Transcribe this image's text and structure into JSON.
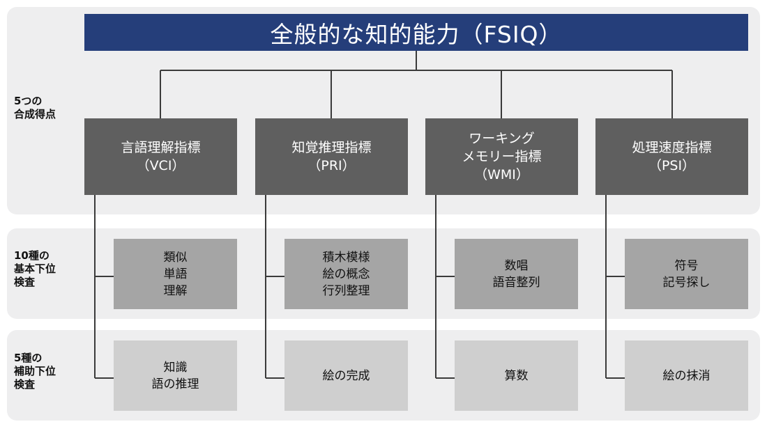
{
  "title": "全般的な知的能力（FSIQ）",
  "row_labels": {
    "composite": [
      "5つの",
      "合成得点"
    ],
    "core_subtests": [
      "10種の",
      "基本下位",
      "検査"
    ],
    "supplemental_subtests": [
      "5種の",
      "補助下位",
      "検査"
    ]
  },
  "indices": [
    {
      "lines": [
        "言語理解指標",
        "（VCI）"
      ]
    },
    {
      "lines": [
        "知覚推理指標",
        "（PRI）"
      ]
    },
    {
      "lines": [
        "ワーキング",
        "メモリー指標",
        "（WMI）"
      ]
    },
    {
      "lines": [
        "処理速度指標",
        "（PSI）"
      ]
    }
  ],
  "core_subtests": [
    {
      "lines": [
        "類似",
        "単語",
        "理解"
      ]
    },
    {
      "lines": [
        "積木模様",
        "絵の概念",
        "行列整理"
      ]
    },
    {
      "lines": [
        "数唱",
        "語音整列"
      ]
    },
    {
      "lines": [
        "符号",
        "記号探し"
      ]
    }
  ],
  "supplemental_subtests": [
    {
      "lines": [
        "知識",
        "語の推理"
      ]
    },
    {
      "lines": [
        "絵の完成"
      ]
    },
    {
      "lines": [
        "算数"
      ]
    },
    {
      "lines": [
        "絵の抹消"
      ]
    }
  ],
  "colors": {
    "title_bg": "#253e7a",
    "index_bg": "#5f5f5f",
    "core_bg": "#a5a5a5",
    "supplemental_bg": "#cfcfcf",
    "band_bg": "#eeeeef",
    "connector": "#3a3a3a"
  }
}
